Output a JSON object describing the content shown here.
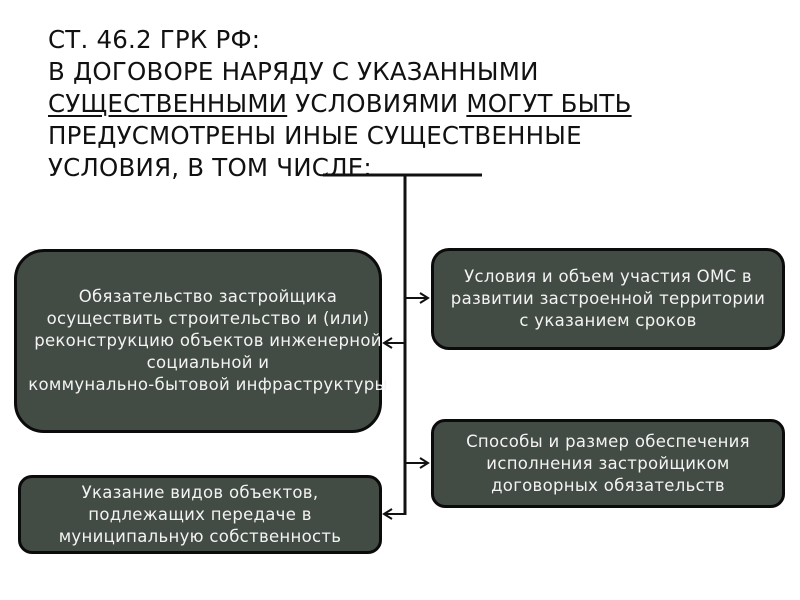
{
  "title": {
    "line1": "СТ. 46.2 ГРК РФ:",
    "line2": "В ДОГОВОРЕ НАРЯДУ С УКАЗАННЫМИ",
    "line3_underlined_1": "СУЩЕСТВЕННЫМИ",
    "line3_middle": " УСЛОВИЯМИ ",
    "line3_underlined_2": "МОГУТ БЫТЬ",
    "line4": "ПРЕДУСМОТРЕНЫ ИНЫЕ СУЩЕСТВЕННЫЕ",
    "line5": "УСЛОВИЯ, В ТОМ ЧИСЛЕ:"
  },
  "boxes": {
    "obligation": "Обязательство застройщика\nосуществить строительство и (или)\nреконструкцию объектов инженерной\nсоциальной и\nкоммунально-бытовой инфраструктуры",
    "participation": "Условия и объем участия ОМС в\nразвитии застроенной территории\nс указанием сроков",
    "security": "Способы и размер обеспечения\nисполнения застройщиком\nдоговорных обязательств",
    "objects": "Указание видов объектов,\nподлежащих передаче в\nмуниципальную собственность"
  },
  "colors": {
    "box_fill": "#434b45",
    "box_border": "#0b0b0b",
    "box_text": "#f3f3f3",
    "line": "#111111"
  }
}
